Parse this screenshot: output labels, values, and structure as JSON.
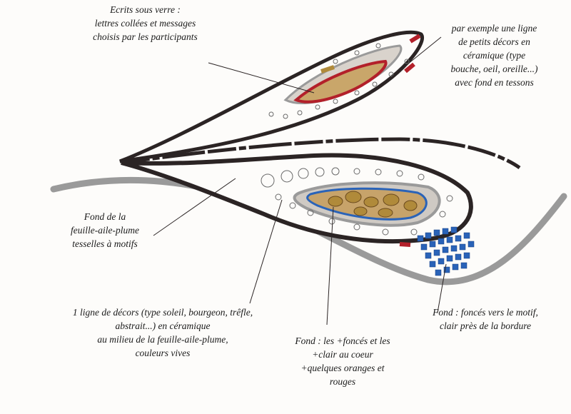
{
  "annotations": {
    "ecrits": [
      "Ecrits sous verre :",
      "lettres collées et messages",
      "choisis par les participants"
    ],
    "decors": [
      "par exemple une ligne",
      "de petits décors en",
      "céramique (type",
      "bouche, oeil, oreille...)",
      "avec  fond en tessons"
    ],
    "fond_feuille": [
      "Fond de la",
      "feuille-aile-plume",
      "tesselles à motifs"
    ],
    "ligne_decors": [
      "1 ligne de décors (type soleil, bourgeon, trêfle,",
      "abstrait...) en céramique",
      "au milieu de la feuille-aile-plume,",
      "couleurs vives"
    ],
    "fond_coeur": [
      "Fond : les +foncés et les",
      "+clair au coeur",
      "+quelques oranges et",
      "rouges"
    ],
    "fond_fonces": [
      "Fond : foncés vers le motif,",
      "clair près de la bordure"
    ]
  },
  "colors": {
    "outline": "#2b2424",
    "grey_band": "#9a9a9a",
    "red_core": "#b3202a",
    "ochre": "#b08a3a",
    "blue_tiles": "#2a63b8",
    "paper": "#fdfcfa"
  }
}
